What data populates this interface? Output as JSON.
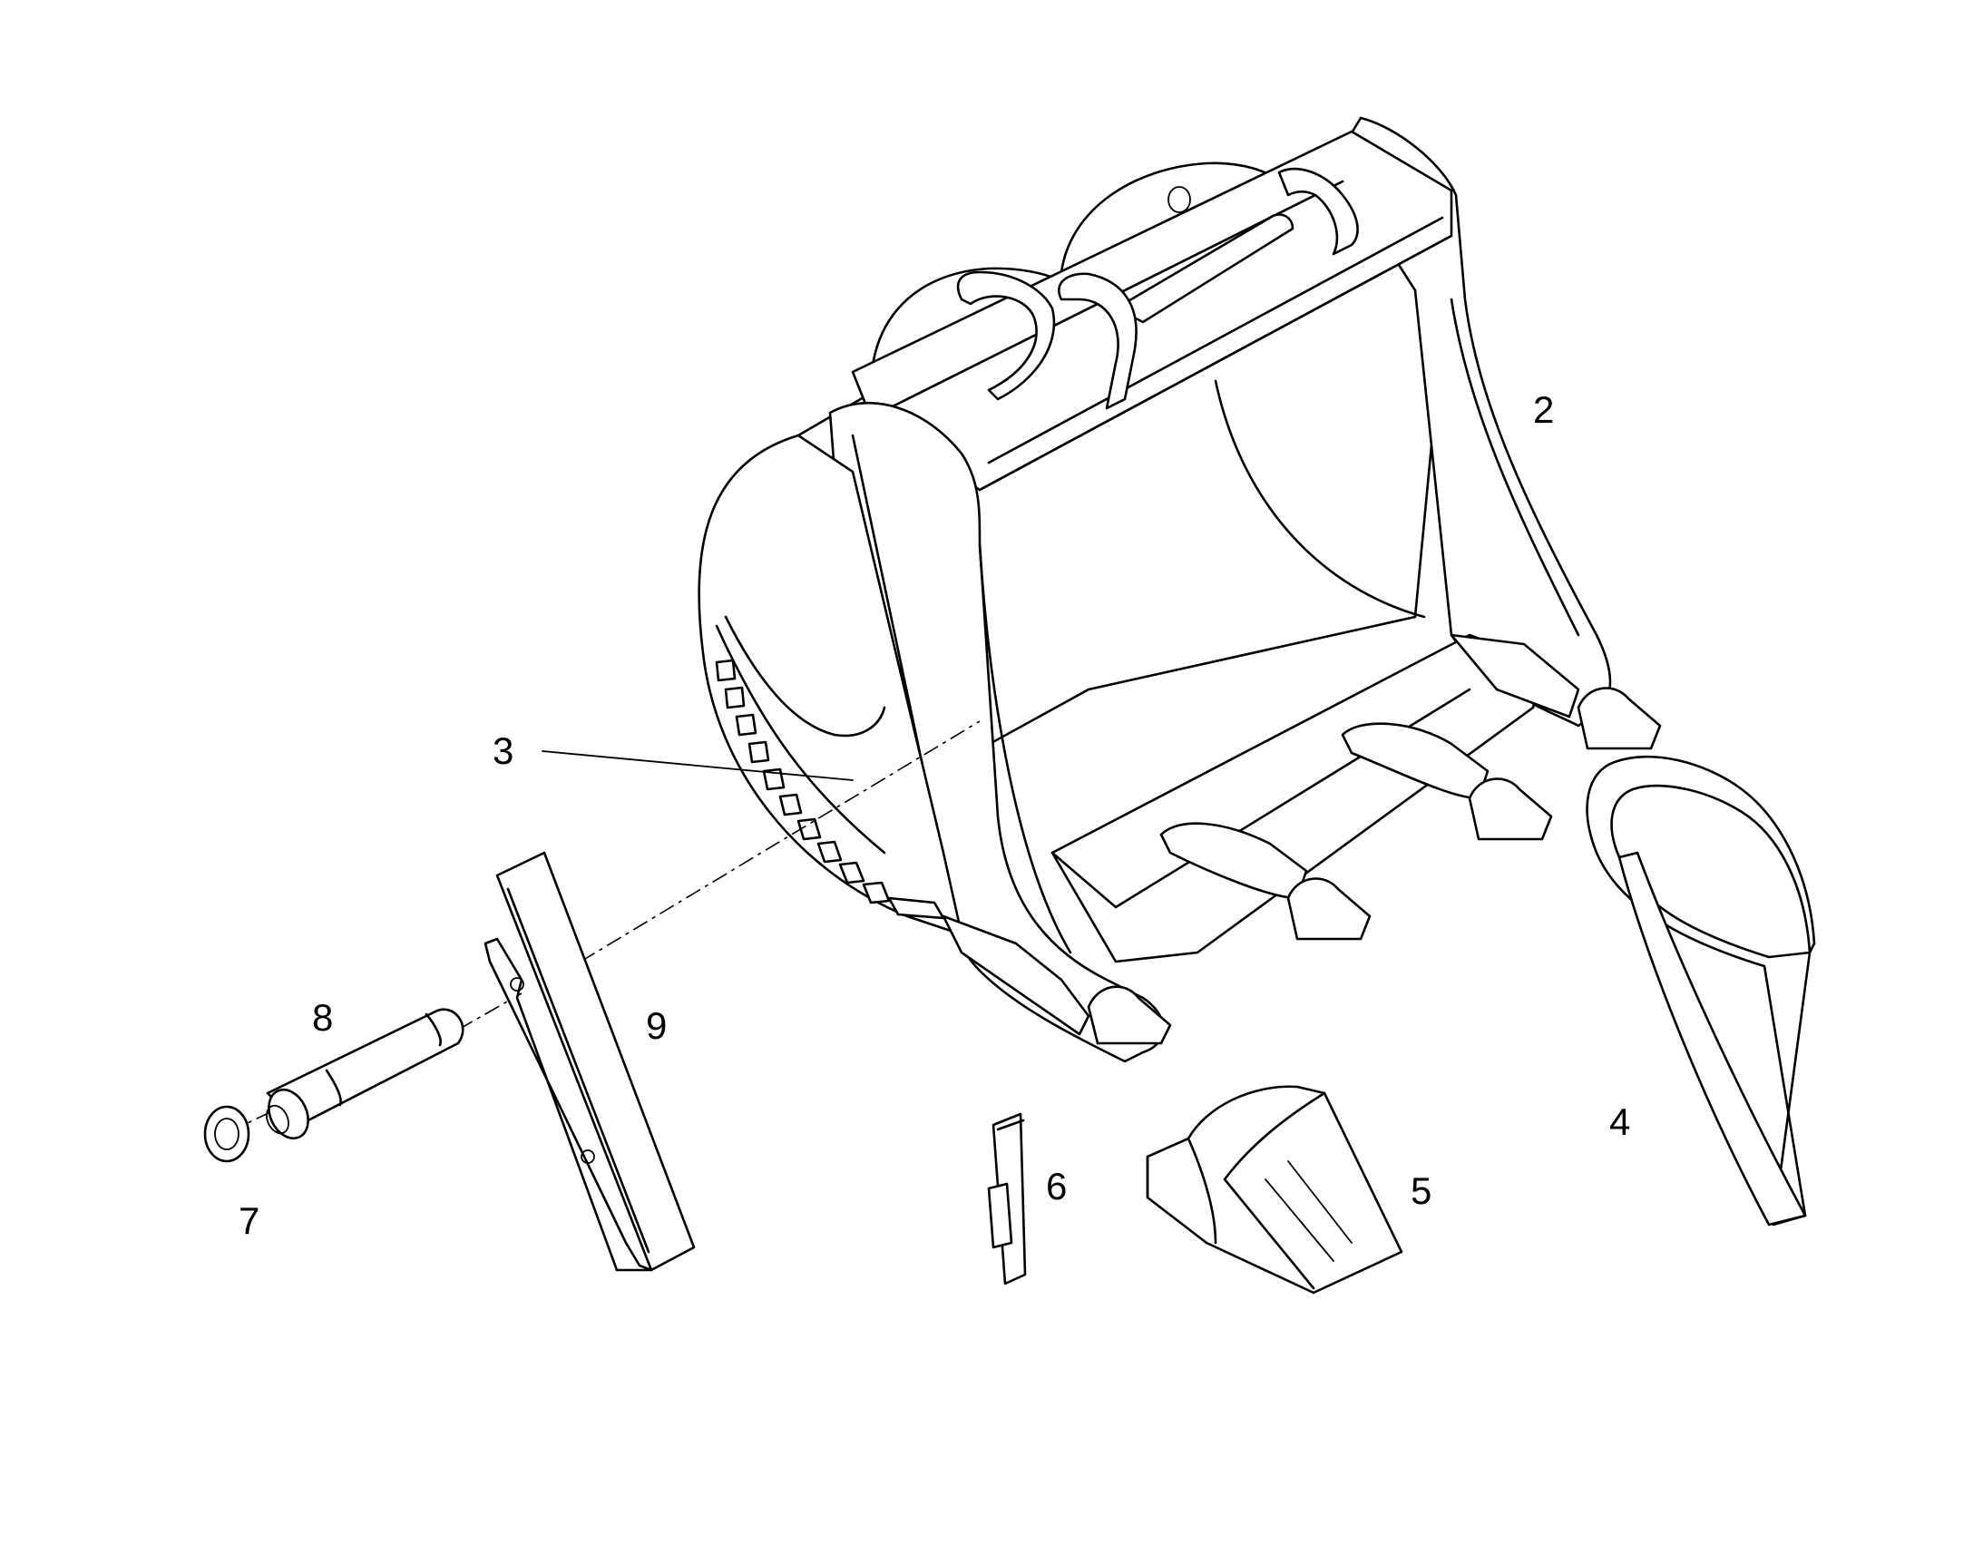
{
  "figure": {
    "background": "#ffffff",
    "stroke_color": "#000000"
  },
  "callouts": [
    {
      "id": "c2",
      "label": "2"
    },
    {
      "id": "c3",
      "label": "3"
    },
    {
      "id": "c4",
      "label": "4"
    },
    {
      "id": "c5",
      "label": "5"
    },
    {
      "id": "c6",
      "label": "6"
    },
    {
      "id": "c7",
      "label": "7"
    },
    {
      "id": "c8",
      "label": "8"
    },
    {
      "id": "c9",
      "label": "9"
    }
  ]
}
